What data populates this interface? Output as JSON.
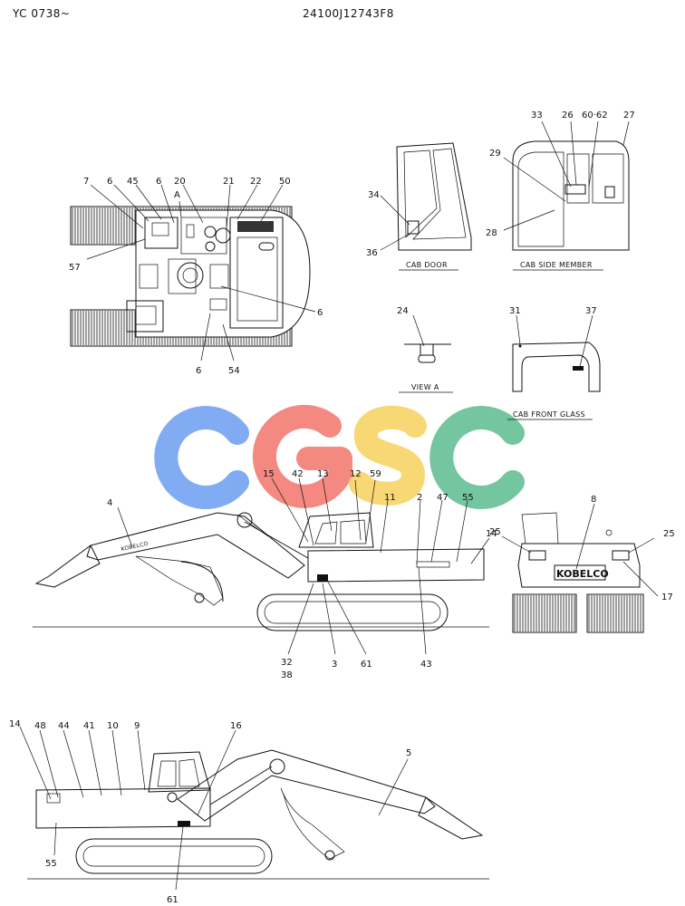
{
  "header": {
    "code_left": "YC 0738~",
    "code_right": "24100J12743F8"
  },
  "captions": {
    "cab_door": "CAB DOOR",
    "cab_side_member": "CAB SIDE MEMBER",
    "view_a": "VIEW A",
    "cab_front_glass": "CAB FRONT GLASS",
    "view_a_marker": "A"
  },
  "brand": "KOBELCO",
  "watermark": {
    "text": "CGSC",
    "colors": [
      "#7aa7f2",
      "#f3837b",
      "#f8d56e",
      "#6cc39a"
    ]
  },
  "callouts": {
    "top": [
      "7",
      "6",
      "45",
      "6",
      "20",
      "21",
      "22",
      "50",
      "57",
      "6",
      "6",
      "54"
    ],
    "cab_door": [
      "34",
      "36"
    ],
    "cab_side": [
      "33",
      "26",
      "60·62",
      "27",
      "29",
      "28"
    ],
    "view_a": [
      "24"
    ],
    "front_glass": [
      "31",
      "37"
    ],
    "side_upper": [
      "15",
      "42",
      "13",
      "12",
      "59",
      "11",
      "2",
      "47",
      "55",
      "14",
      "4"
    ],
    "side_lower": [
      "32",
      "38",
      "3",
      "61",
      "43"
    ],
    "rear": [
      "8",
      "25",
      "25",
      "17"
    ],
    "bottom": [
      "14",
      "48",
      "44",
      "41",
      "10",
      "9",
      "16",
      "5",
      "55",
      "61"
    ]
  }
}
